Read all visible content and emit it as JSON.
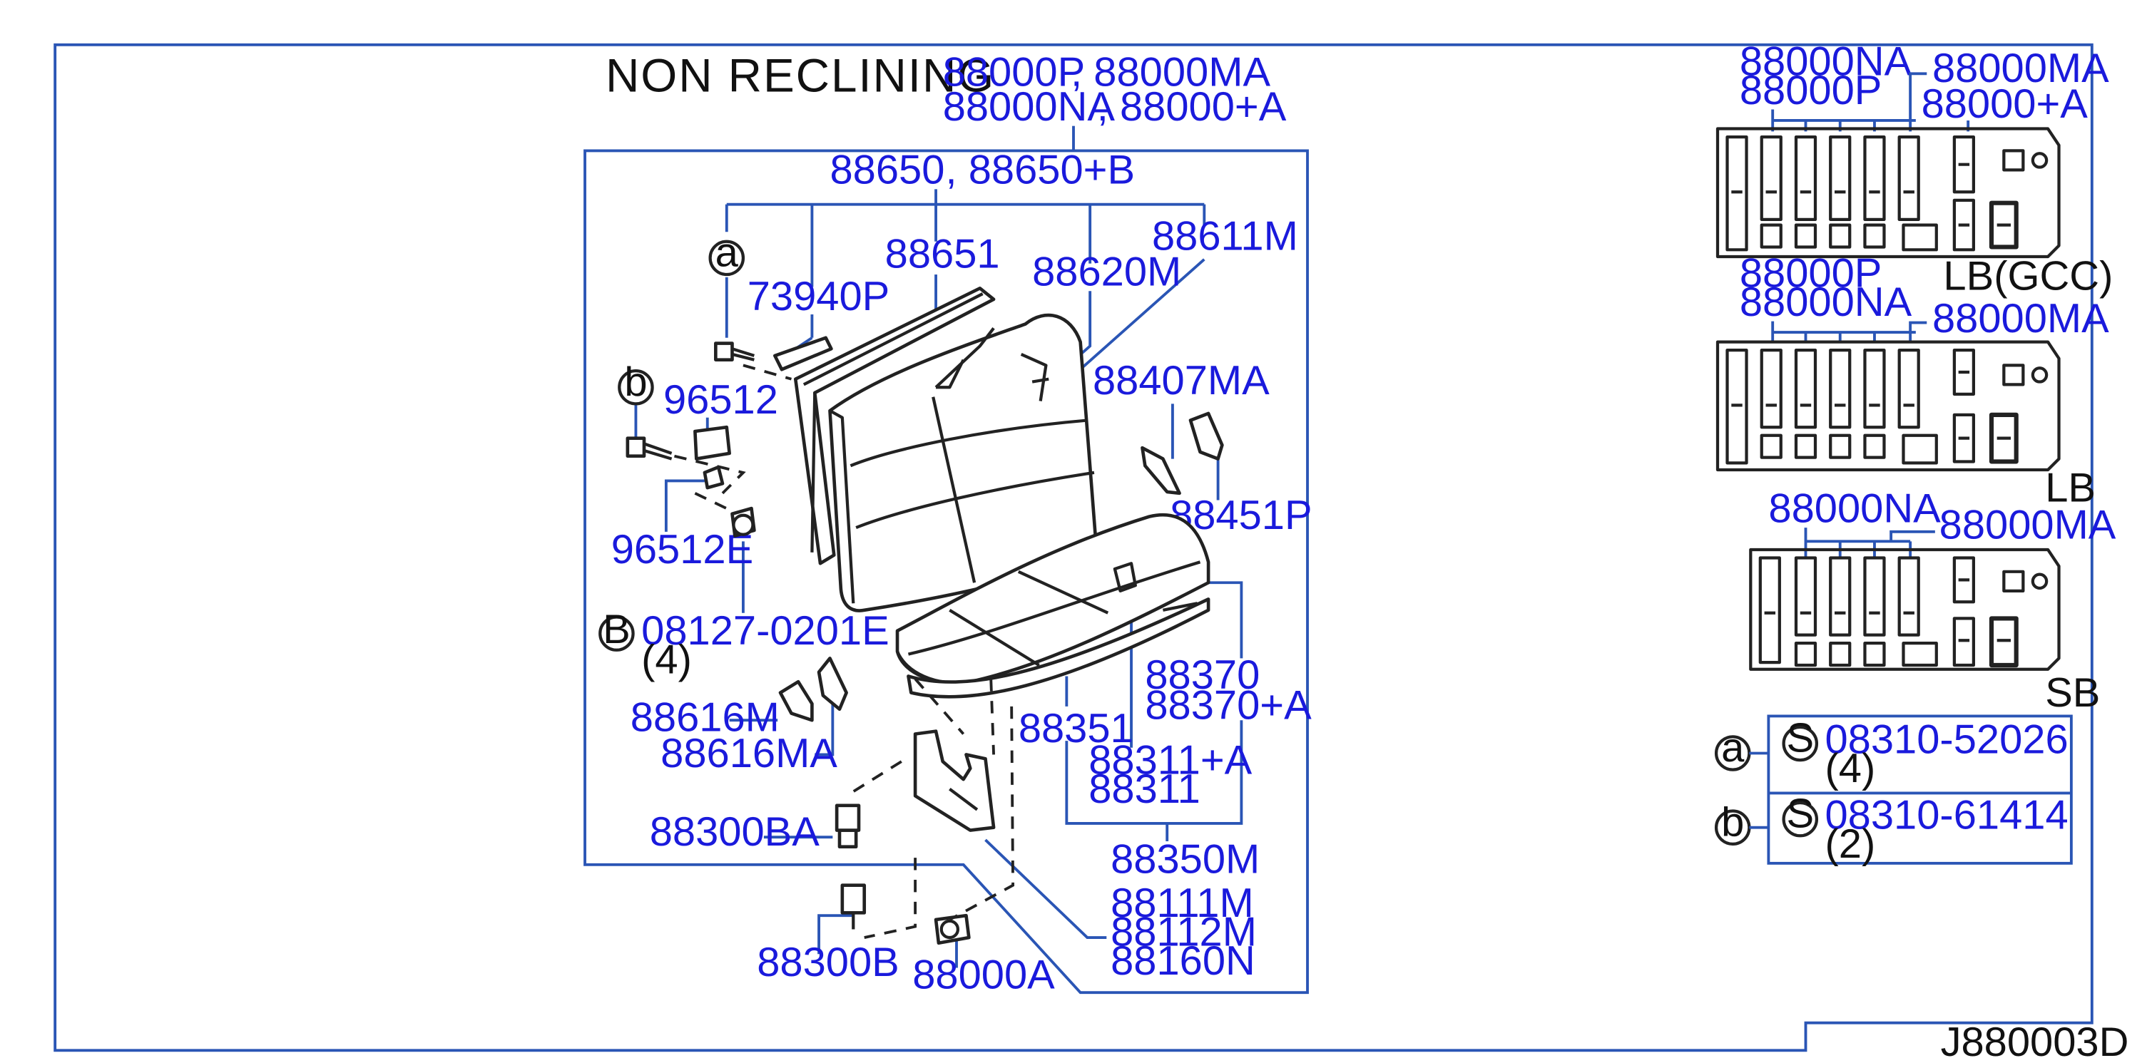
{
  "title": "NON   RECLINING",
  "diagram_id": "J880003D",
  "top_assembly": {
    "line1_left": "88000P",
    "line1_right": ", 88000MA",
    "line2_left": "88000NA",
    "line2_right": ", 88000+A"
  },
  "subassembly": {
    "left": "88650",
    "right": ", 88650+B"
  },
  "parts": {
    "p73940P": "73940P",
    "p88651": "88651",
    "p88620M": "88620M",
    "p88611M": "88611M",
    "p96512": "96512",
    "p96512E": "96512E",
    "p88407MA": "88407MA",
    "p88451P": "88451P",
    "p08127": "08127-0201E",
    "p08127_qty": "(4)",
    "p88370": "88370",
    "p88370A": "88370+A",
    "p88616M": "88616M",
    "p88616MA": "88616MA",
    "p88351": "88351",
    "p88311A": "88311+A",
    "p88311": "88311",
    "p88300BA": "88300BA",
    "p88350M": "88350M",
    "p88111M": "88111M",
    "p88112M": "88112M",
    "p88160N": "88160N",
    "p88300B": "88300B",
    "p88000A": "88000A"
  },
  "callouts": {
    "a": "a",
    "b": "b",
    "B": "B",
    "S": "S"
  },
  "variants": [
    {
      "labels_left": [
        "88000NA",
        "88000P"
      ],
      "labels_right": [
        "88000MA",
        "88000+A"
      ],
      "caption": "LB(GCC)"
    },
    {
      "labels_left": [
        "88000P",
        "88000NA"
      ],
      "labels_right": [
        "88000MA"
      ],
      "caption": "LB"
    },
    {
      "labels_left": [
        "88000NA"
      ],
      "labels_right": [
        "88000MA"
      ],
      "caption": "SB"
    }
  ],
  "screw_table": [
    {
      "callout": "a",
      "symbol": "S",
      "part": "08310-52026",
      "qty": "(4)"
    },
    {
      "callout": "b",
      "symbol": "S",
      "part": "08310-61414",
      "qty": "(2)"
    }
  ]
}
